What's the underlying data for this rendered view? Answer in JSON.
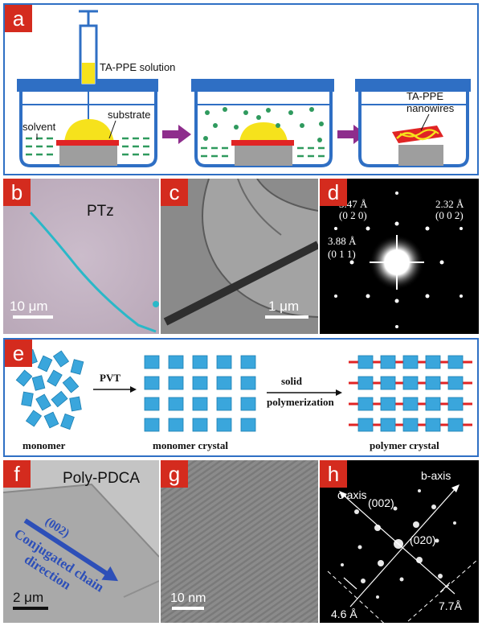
{
  "panel_a": {
    "label": "a",
    "solution_label": "TA-PPE solution",
    "solvent_label": "solvent",
    "substrate_label": "substrate",
    "nanowires_label_1": "TA-PPE",
    "nanowires_label_2": "nanowires"
  },
  "panel_b": {
    "label": "b",
    "title": "PTz",
    "scale": "10 μm"
  },
  "panel_c": {
    "label": "c",
    "scale": "1 μm"
  },
  "panel_d": {
    "label": "d",
    "spot_1_d": "3.47 Å",
    "spot_1_hkl": "(0 2 0)",
    "spot_2_d": "2.32 Å",
    "spot_2_hkl": "(0 0 2)",
    "spot_3_d": "3.88 Å",
    "spot_3_hkl": "(0 1 1)"
  },
  "panel_e": {
    "label": "e",
    "step_1": "PVT",
    "step_2_line_1": "solid",
    "step_2_line_2": "polymerization",
    "caption_1": "monomer",
    "caption_2": "monomer crystal",
    "caption_3": "polymer crystal"
  },
  "panel_f": {
    "label": "f",
    "title": "Poly-PDCA",
    "plane": "(002)",
    "direction_line_1": "Conjugated chain",
    "direction_line_2": "direction",
    "scale": "2 μm"
  },
  "panel_g": {
    "label": "g",
    "scale": "10 nm"
  },
  "panel_h": {
    "label": "h",
    "axis_c": "c-axis",
    "axis_b": "b-axis",
    "hkl_1": "(002)",
    "hkl_2": "(020)",
    "spacing_1": "4.6 Å",
    "spacing_2": "7.7Å"
  },
  "colors": {
    "label_bg": "#d42b1e",
    "frame_blue": "#2f6fc4",
    "solution_yellow": "#f6e21c",
    "substrate_red": "#e02424",
    "solvent_green": "#2f9a5e",
    "arrow_purple": "#8e2d8c",
    "cube_blue": "#3aa6dc",
    "fiber_cyan": "#2ab8c8",
    "overlay_blue": "#2d4fb8"
  }
}
